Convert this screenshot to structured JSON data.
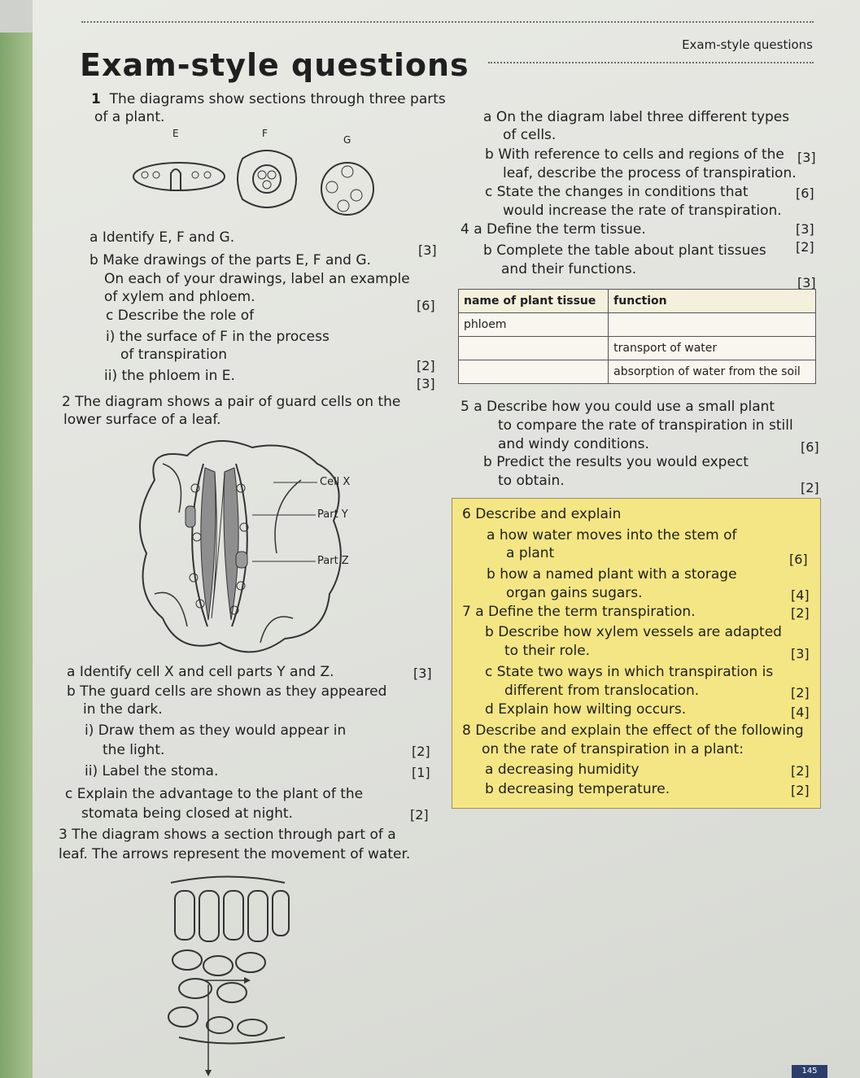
{
  "header": {
    "running_head": "Exam-style questions"
  },
  "title": "Exam-style questions",
  "q1": {
    "number": "1",
    "intro_line1": "The diagrams show sections through three parts",
    "intro_line2": "of a plant.",
    "labels": {
      "e": "E",
      "f": "F",
      "g": "G"
    },
    "a": "a  Identify E, F and G.",
    "a_mark": "[3]",
    "b_line1": "b  Make drawings of the parts E, F and G.",
    "b_line2": "On each of your drawings, label an example",
    "b_line3": "of xylem and phloem.",
    "b_mark": "[6]",
    "c": "c  Describe the role of",
    "c_i_line1": "i)  the surface of F in the process",
    "c_i_line2": "of transpiration",
    "c_i_mark": "[2]",
    "c_ii": "ii)  the phloem in E.",
    "c_ii_mark": "[3]"
  },
  "q2": {
    "intro_line1": "2  The diagram shows a pair of guard cells on the",
    "intro_line2": "lower surface of a leaf.",
    "labels": {
      "cell_x": "Cell X",
      "part_y": "Part Y",
      "part_z": "Part Z"
    },
    "a": "a  Identify cell X and cell parts Y and Z.",
    "a_mark": "[3]",
    "b_line1": "b  The guard cells are shown as they appeared",
    "b_line2": "in the dark.",
    "b_i_line1": "i)  Draw them as they would appear in",
    "b_i_line2": "the light.",
    "b_i_mark": "[2]",
    "b_ii": "ii)  Label the stoma.",
    "b_ii_mark": "[1]",
    "c_line1": "c  Explain the advantage to the plant of the",
    "c_line2": "stomata being closed at night.",
    "c_mark": "[2]"
  },
  "q3": {
    "line1": "3  The diagram shows a section through part of a",
    "line2": "leaf. The arrows represent the movement of water."
  },
  "q3_right": {
    "a_line1": "a  On the diagram label three different types",
    "a_line2": "of cells.",
    "a_mark": "[3]",
    "b_line1": "b  With reference to cells and regions of the",
    "b_line2": "leaf, describe the process of transpiration.",
    "b_mark": "[6]",
    "c_line1": "c  State the changes in conditions that",
    "c_line2": "would increase the rate of transpiration.",
    "c_mark": "[3]"
  },
  "q4": {
    "a": "4  a  Define the term tissue.",
    "a_mark": "[2]",
    "b_line1": "b  Complete the table about plant tissues",
    "b_line2": "and their functions.",
    "b_mark": "[3]",
    "table": {
      "headers": [
        "name of plant tissue",
        "function"
      ],
      "rows": [
        [
          "phloem",
          ""
        ],
        [
          "",
          "transport of water"
        ],
        [
          "",
          "absorption of water from the soil"
        ]
      ]
    }
  },
  "q5": {
    "a_line1": "5  a  Describe how you could use a small plant",
    "a_line2": "to compare the rate of transpiration in still",
    "a_line3": "and windy conditions.",
    "a_mark": "[6]",
    "b_line1": "b  Predict the results you would expect",
    "b_line2": "to obtain.",
    "b_mark": "[2]"
  },
  "q6": {
    "intro": "6  Describe and explain",
    "a_line1": "a  how water moves into the stem of",
    "a_line2": "a plant",
    "a_mark": "[6]",
    "b_line1": "b  how a named plant with a storage",
    "b_line2": "organ gains sugars.",
    "b_mark": "[4]"
  },
  "q7": {
    "a": "7  a  Define the term transpiration.",
    "a_mark": "[2]",
    "b_line1": "b  Describe how xylem vessels are adapted",
    "b_line2": "to their role.",
    "b_mark": "[3]",
    "c_line1": "c  State two ways in which transpiration is",
    "c_line2": "different from translocation.",
    "c_mark": "[2]",
    "d": "d  Explain how wilting occurs.",
    "d_mark": "[4]"
  },
  "q8": {
    "intro_line1": "8  Describe and explain the effect of the following",
    "intro_line2": "on the rate of transpiration in a plant:",
    "a": "a  decreasing humidity",
    "a_mark": "[2]",
    "b": "b  decreasing temperature.",
    "b_mark": "[2]"
  },
  "page_number": "145",
  "colors": {
    "highlight_box": "#f4e684",
    "accent_strip": "#7fa56b"
  }
}
